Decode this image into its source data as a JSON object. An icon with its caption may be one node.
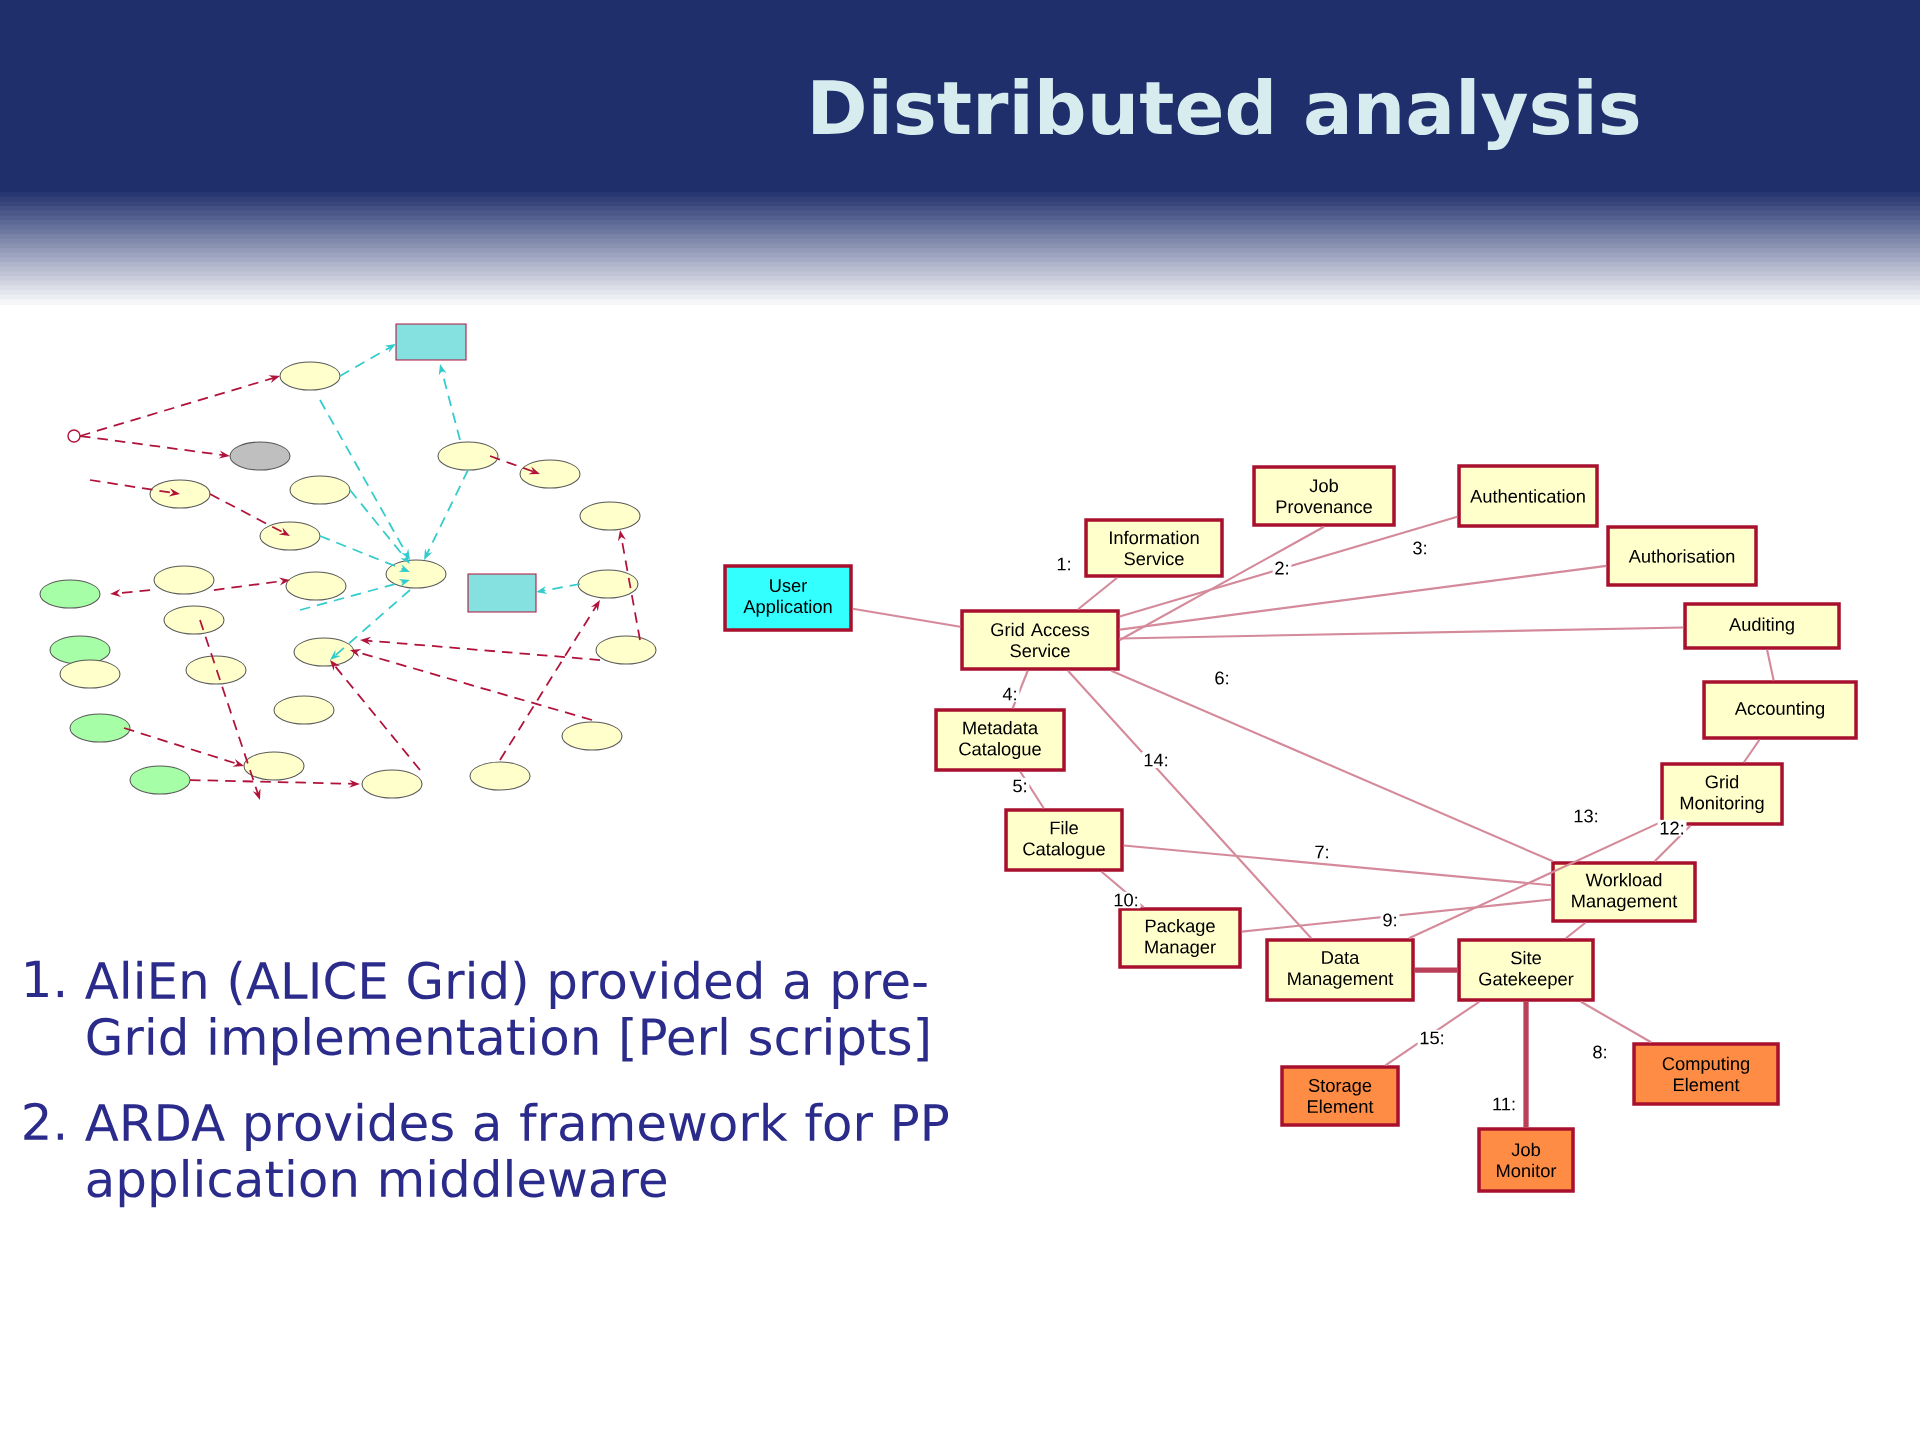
{
  "diagram": {
    "title": "Distributed analysis",
    "nodes": [
      {
        "text": [],
        "shape": "picture"
      },
      {
        "text": [
          "User Application"
        ]
      },
      {
        "text": [
          "Information Service"
        ]
      },
      {
        "text": [
          "Job Provenance"
        ]
      },
      {
        "text": [
          "Authentication"
        ]
      },
      {
        "text": [
          "Authorisation"
        ]
      },
      {
        "text": [
          "Grid Access Service"
        ]
      },
      {
        "text": [
          "Auditing"
        ]
      },
      {
        "text": [
          "Accounting"
        ]
      },
      {
        "text": [
          "Metadata Catalogue"
        ]
      },
      {
        "text": [
          "Grid Monitoring"
        ]
      },
      {
        "text": [
          "File Catalogue"
        ]
      },
      {
        "text": [
          "Workload Management"
        ]
      },
      {
        "text": [
          "Package Manager"
        ]
      },
      {
        "text": [
          "Data Management"
        ]
      },
      {
        "text": [
          "Site Gatekeeper"
        ]
      },
      {
        "text": [
          "Storage Element"
        ]
      },
      {
        "text": [
          "Computing Element"
        ]
      },
      {
        "text": [
          "Job Monitor"
        ]
      }
    ],
    "edges": [
      {
        "from": 1,
        "to": 6,
        "arrow": "none"
      },
      {
        "from": 6,
        "to": 2,
        "arrow": "none",
        "label": "1:"
      },
      {
        "from": 6,
        "to": 3,
        "arrow": "none",
        "label": "2:"
      },
      {
        "from": 6,
        "to": 4,
        "arrow": "none",
        "label": "3:"
      },
      {
        "from": 6,
        "to": 5,
        "arrow": "none"
      },
      {
        "from": 6,
        "to": 7,
        "arrow": "none"
      },
      {
        "from": 7,
        "to": 8,
        "arrow": "none"
      },
      {
        "from": 8,
        "to": 10,
        "arrow": "none"
      },
      {
        "from": 6,
        "to": 9,
        "arrow": "none",
        "label": "4:"
      },
      {
        "from": 9,
        "to": 11,
        "arrow": "none",
        "label": "5:"
      },
      {
        "from": 6,
        "to": 12,
        "arrow": "none",
        "label": "6:"
      },
      {
        "from": 11,
        "to": 12,
        "arrow": "none",
        "label": "7:"
      },
      {
        "from": 11,
        "to": 13,
        "arrow": "none",
        "label": "10:"
      },
      {
        "from": 13,
        "to": 12,
        "arrow": "none",
        "label": "9:"
      },
      {
        "from": 6,
        "to": 14,
        "arrow": "none",
        "label": "14:"
      },
      {
        "from": 14,
        "to": 10,
        "arrow": "none",
        "label": "13:"
      },
      {
        "from": 12,
        "to": 10,
        "arrow": "none",
        "label": "12:"
      },
      {
        "from": 12,
        "to": 15,
        "arrow": "none"
      },
      {
        "from": 14,
        "to": 15,
        "arrow": "none",
        "style": "thick"
      },
      {
        "from": 15,
        "to": 16,
        "arrow": "none",
        "label": "15:"
      },
      {
        "from": 15,
        "to": 17,
        "arrow": "none",
        "label": "8:"
      },
      {
        "from": 15,
        "to": 18,
        "arrow": "none",
        "label": "11:",
        "style": "thick"
      }
    ],
    "labels": [
      "1.",
      "AliEn (ALICE Grid) provided a pre-Grid implementation [Perl scripts]",
      "2.",
      "ARDA provides a framework for PP application middleware"
    ]
  }
}
